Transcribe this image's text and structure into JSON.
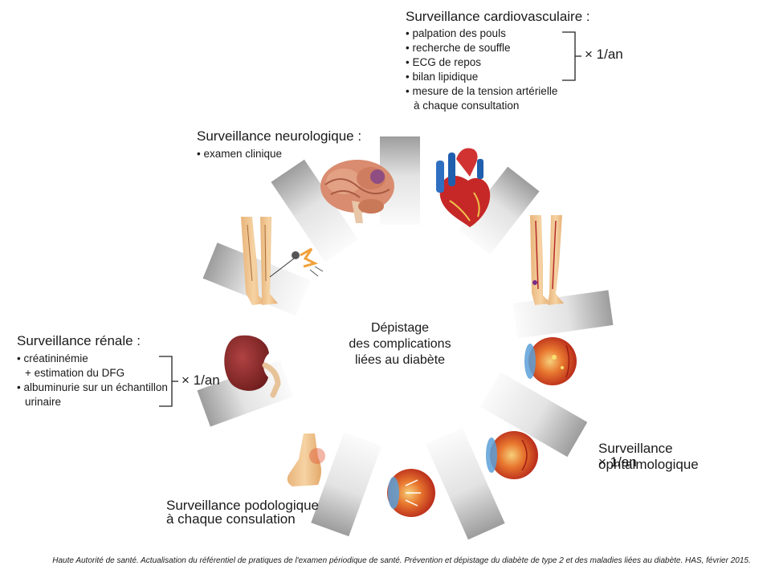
{
  "center_label": {
    "line1": "Dépistage",
    "line2": "des complications",
    "line3": "liées au diabète"
  },
  "cardio": {
    "title": "Surveillance cardiovasculaire :",
    "items": [
      "• palpation des pouls",
      "• recherche de souffle",
      "• ECG de repos",
      "• bilan lipidique",
      "• mesure de la tension artérielle",
      "à chaque consultation"
    ],
    "frequency": "× 1/an"
  },
  "neuro": {
    "title": "Surveillance neurologique :",
    "items": [
      "• examen clinique"
    ]
  },
  "renal": {
    "title": "Surveillance rénale :",
    "items": [
      "• créatininémie",
      "+ estimation du DFG",
      "• albuminurie sur un échantillon",
      "urinaire"
    ],
    "frequency": "× 1/an"
  },
  "ophtalmo": {
    "title": "Surveillance ophtalmologique",
    "frequency": "× 1/an"
  },
  "podo": {
    "line1": "Surveillance podologique",
    "line2": "à chaque consulation"
  },
  "footnote": "Haute Autorité de santé. Actualisation du référentiel de pratiques de l'examen périodique de santé. Prévention et dépistage du diabète de type 2 et des maladies liées au diabète. HAS, février 2015.",
  "colors": {
    "panel_light": "#f4f4f4",
    "panel_dark": "#a8a8a8",
    "skin": "#f2c794",
    "brain": "#d98c6f",
    "heart_red": "#c62828",
    "heart_blue": "#1f5fae",
    "kidney": "#8e2a2a",
    "eye_red": "#d84a2a"
  }
}
